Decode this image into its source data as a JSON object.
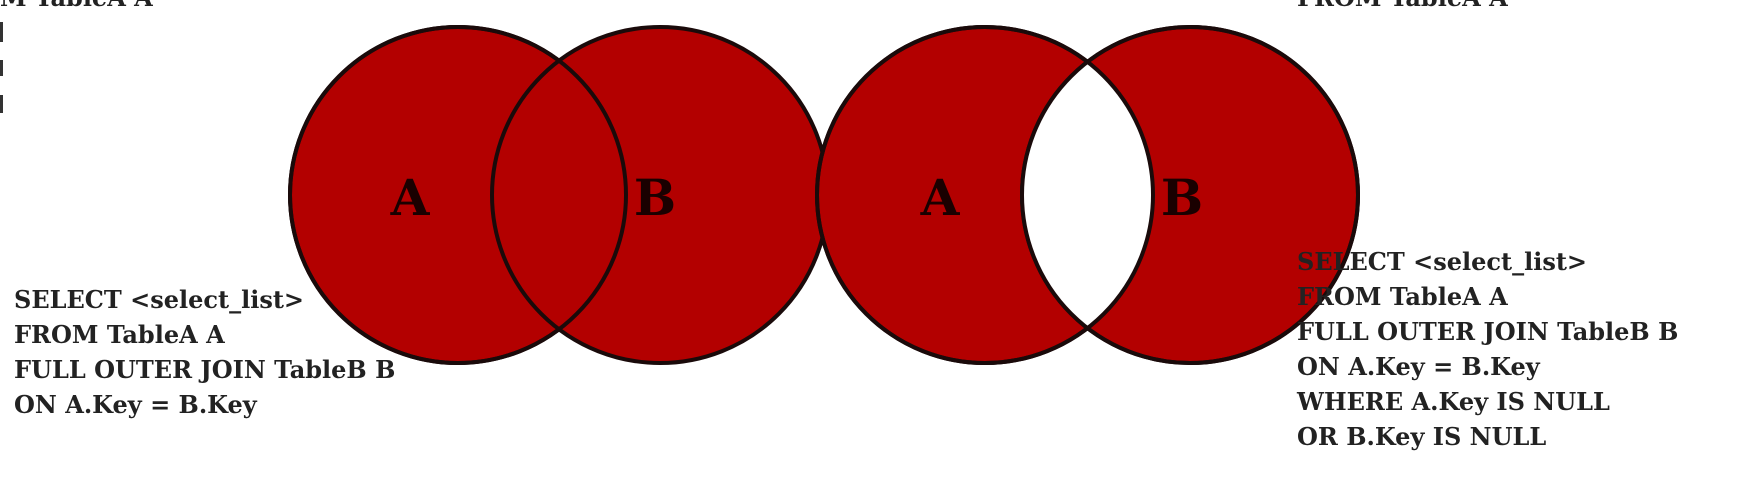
{
  "colors": {
    "fill": "#b30000",
    "stroke": "#1a0a0a",
    "background": "#ffffff",
    "text": "#222222"
  },
  "cropped_text": {
    "top_left": "M TableA A",
    "top_right": "FROM TableA A"
  },
  "left_diagram": {
    "label_a": "A",
    "label_b": "B",
    "query": [
      "SELECT <select_list>",
      "FROM TableA A",
      "FULL OUTER JOIN TableB B",
      "ON A.Key = B.Key"
    ]
  },
  "right_diagram": {
    "label_a": "A",
    "label_b": "B",
    "query": [
      "SELECT <select_list>",
      "FROM TableA A",
      "FULL OUTER JOIN TableB B",
      "ON A.Key = B.Key",
      "WHERE A.Key IS NULL",
      "OR B.Key IS NULL"
    ]
  }
}
